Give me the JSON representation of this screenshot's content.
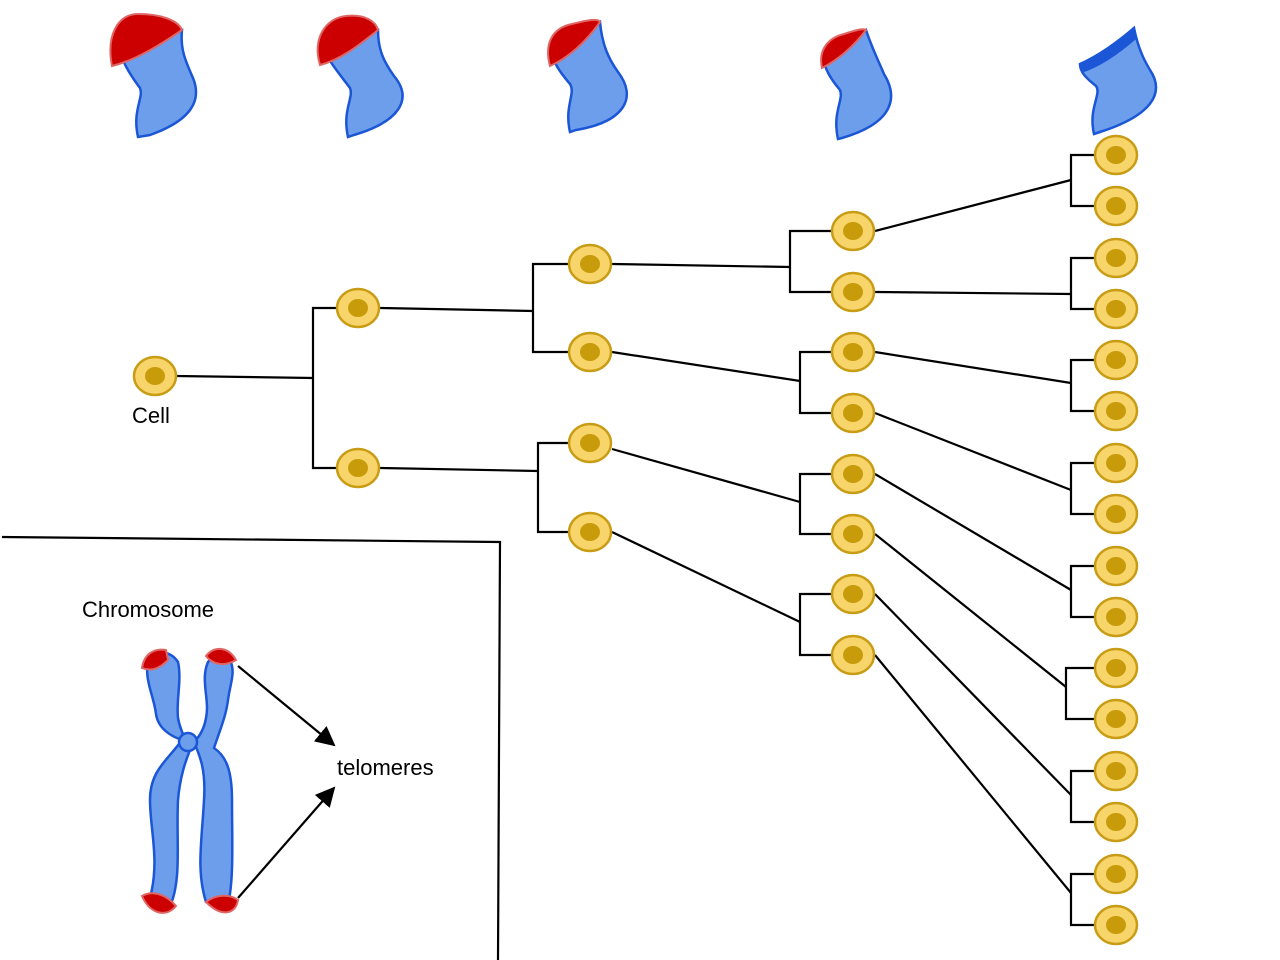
{
  "diagram": {
    "cell_label": "Cell",
    "chromosome_label": "Chromosome",
    "telomeres_label": "telomeres"
  },
  "colors": {
    "chromosome_body": "#6d9eeb",
    "chromosome_outline": "#1a56d6",
    "telomere_cap": "#cc0000",
    "cell_fill": "#f8d56a",
    "cell_nucleus": "#c89b0a"
  },
  "chromosome_stages": [
    {
      "telomere_level": 1.0
    },
    {
      "telomere_level": 0.85
    },
    {
      "telomere_level": 0.65
    },
    {
      "telomere_level": 0.4
    },
    {
      "telomere_level": 0.0
    }
  ],
  "generations": [
    1,
    2,
    4,
    8,
    16
  ]
}
